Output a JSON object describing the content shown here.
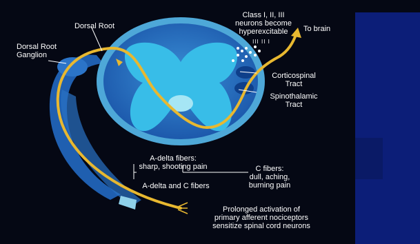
{
  "labels": {
    "dorsal_root": "Dorsal Root",
    "dorsal_root_ganglion": "Dorsal Root\nGanglion",
    "class_neurons": "Class I, II, III\nneurons become\nhyperexcitable",
    "to_brain": "To brain",
    "class_marks": "III  II  I",
    "corticospinal_tract": "Corticospinal\nTract",
    "spinothalamic_tract": "Spinothalamic\nTract",
    "a_delta_fibers": "A-delta fibers:\nsharp, shooting pain",
    "c_fibers": "C fibers:\ndull, aching,\nburning pain",
    "a_delta_and_c": "A-delta and C fibers",
    "prolonged_activation": "Prolonged activation of\nprimary afferent nociceptors\nsensitize spinal cord neurons"
  },
  "colors": {
    "background": "#050814",
    "cord_outer": "#4ea8d8",
    "cord_inner": "#1e67b5",
    "gray_matter": "#38bde8",
    "nerve_root": "#1f5fb0",
    "fiber": "#e8b830",
    "side_panel": "#0c1e78"
  }
}
